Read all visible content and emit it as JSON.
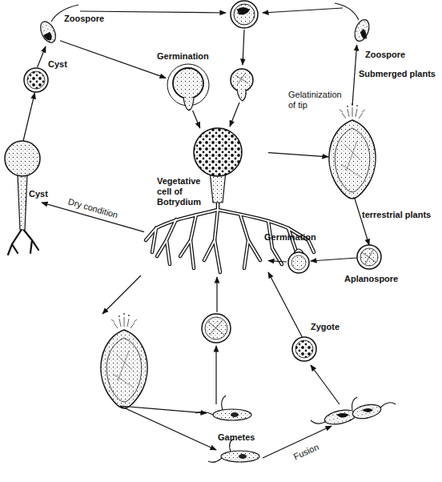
{
  "diagram": {
    "nodes": [
      {
        "text": [
          "Zoospore"
        ]
      },
      {
        "text": [
          "Zoospore"
        ]
      },
      {
        "text": [
          "Cyst"
        ]
      },
      {
        "text": [
          "Germination"
        ]
      },
      {
        "text": [
          "Gelatinization of tip"
        ]
      },
      {
        "text": [
          "Vegetative cell of Botrydium"
        ]
      },
      {
        "text": [
          "Cyst"
        ]
      },
      {
        "text": [
          "Germination"
        ]
      },
      {
        "text": [
          "Aplanospore"
        ]
      },
      {
        "text": [
          "Zygote"
        ]
      },
      {
        "text": [
          "Gametes"
        ]
      }
    ],
    "edges": [
      {
        "from": 2,
        "to": 0,
        "arrow": "to"
      },
      {
        "from": 0,
        "to": 3,
        "arrow": "to"
      },
      {
        "from": 3,
        "to": 5,
        "arrow": "to"
      },
      {
        "from": 5,
        "to": 4,
        "arrow": "to"
      },
      {
        "from": 4,
        "to": 1,
        "label": "Submerged plants",
        "arrow": "to"
      },
      {
        "from": 4,
        "to": 8,
        "label": "terrestrial plants",
        "arrow": "to"
      },
      {
        "from": 8,
        "to": 7,
        "arrow": "to"
      },
      {
        "from": 7,
        "to": 5,
        "arrow": "to"
      },
      {
        "from": 5,
        "to": 6,
        "label": "Dry condition",
        "arrow": "to"
      },
      {
        "from": 6,
        "to": 2,
        "arrow": "to"
      },
      {
        "from": 9,
        "to": 5,
        "arrow": "to"
      }
    ],
    "labels": [
      "Fusion"
    ]
  }
}
